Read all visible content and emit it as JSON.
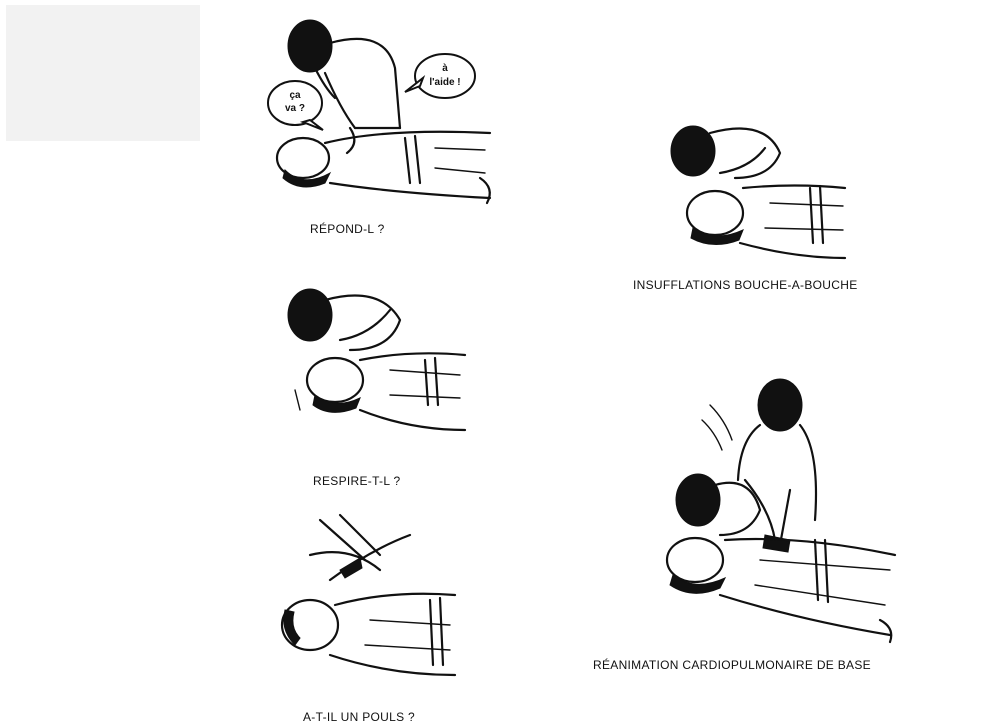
{
  "panels": {
    "p1": {
      "caption": "RÉPOND-L ?",
      "bubble_help": [
        "à",
        "l'aide !"
      ],
      "bubble_ok": [
        "ça",
        "va ?"
      ]
    },
    "p2": {
      "caption": "RESPIRE-T-L ?"
    },
    "p3": {
      "caption": "A-T-IL UN POULS ?"
    },
    "p4": {
      "caption": "INSUFFLATIONS BOUCHE-A-BOUCHE"
    },
    "p5": {
      "caption": "RÉANIMATION CARDIOPULMONAIRE DE BASE"
    }
  },
  "colors": {
    "ink": "#111111",
    "background": "#ffffff",
    "placeholder": "#f2f2f2"
  }
}
